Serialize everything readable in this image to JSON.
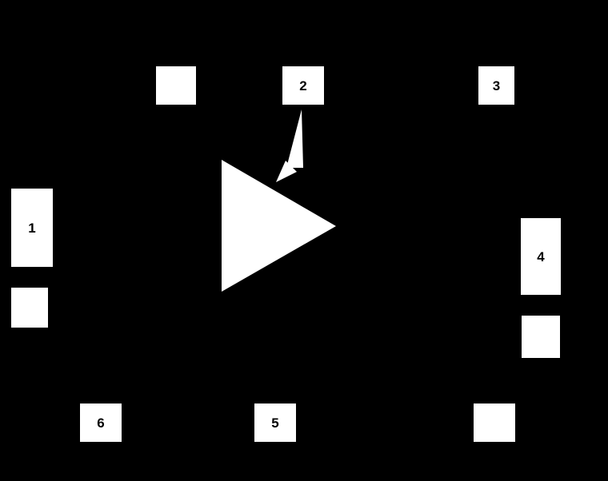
{
  "diagram": {
    "background_color": "#000000",
    "shape_color": "#ffffff",
    "label_color": "#000000"
  },
  "boxes": [
    {
      "name": "box-blank-top-left",
      "label": ""
    },
    {
      "name": "box-2",
      "label": "2"
    },
    {
      "name": "box-3",
      "label": "3"
    },
    {
      "name": "box-1",
      "label": "1"
    },
    {
      "name": "box-blank-left",
      "label": ""
    },
    {
      "name": "box-4",
      "label": "4"
    },
    {
      "name": "box-blank-right",
      "label": ""
    },
    {
      "name": "box-6",
      "label": "6"
    },
    {
      "name": "box-5",
      "label": "5"
    },
    {
      "name": "box-blank-bottom-right",
      "label": ""
    }
  ],
  "icons": {
    "play_triangle": "play-triangle-icon",
    "arrow_pointer": "arrow-pointer-icon"
  }
}
